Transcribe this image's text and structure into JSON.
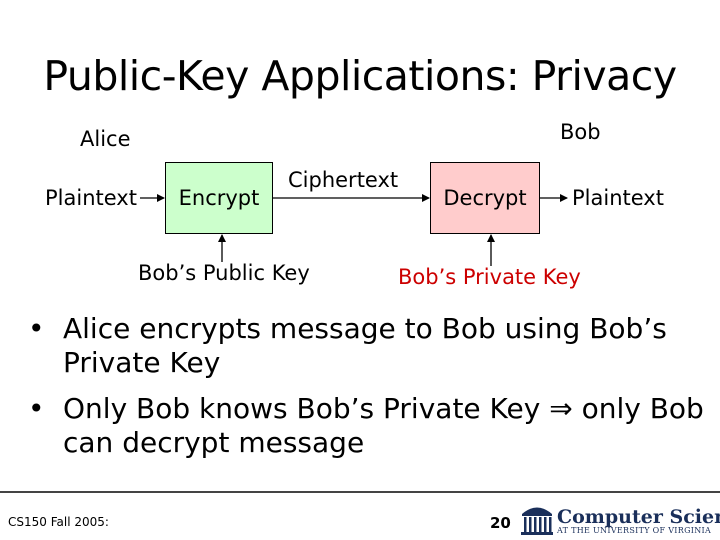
{
  "slide": {
    "title": "Public-Key Applications: Privacy"
  },
  "diagram": {
    "alice_label": "Alice",
    "bob_label": "Bob",
    "plaintext_left": "Plaintext",
    "encrypt_box": "Encrypt",
    "ciphertext": "Ciphertext",
    "decrypt_box": "Decrypt",
    "plaintext_right": "Plaintext",
    "public_key_label": "Bob’s Public Key",
    "private_key_label": "Bob’s Private Key",
    "colors": {
      "encrypt_fill": "#ccffcc",
      "decrypt_fill": "#ffcccc",
      "private_key_text": "#cc0000"
    }
  },
  "bullets": {
    "item1_prefix": "Alice encrypts message to Bob using ",
    "item1_highlight": "Bob’s Private Key",
    "item2_prefix": "Only Bob knows Bob’s Private Key ",
    "item2_symbol": "⇒",
    "item2_suffix": " only Bob can decrypt message"
  },
  "footer": {
    "course": "CS150 Fall 2005:",
    "page_number": "20",
    "logo_title": "Computer Science",
    "logo_subtitle": "AT THE UNIVERSITY OF VIRGINIA"
  }
}
